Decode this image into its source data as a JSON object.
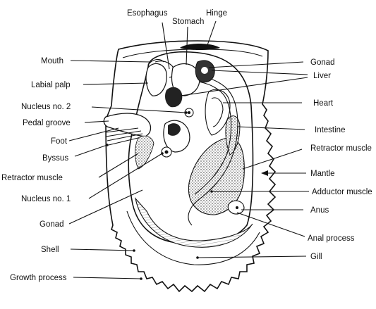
{
  "labels": {
    "esophagus": "Esophagus",
    "stomach": "Stomach",
    "hinge": "Hinge",
    "mouth": "Mouth",
    "labial_palp": "Labial palp",
    "nucleus2": "Nucleus no. 2",
    "pedal_groove": "Pedal groove",
    "foot": "Foot",
    "byssus": "Byssus",
    "retractor_left": "Retractor muscle",
    "nucleus1": "Nucleus no. 1",
    "gonad_left": "Gonad",
    "shell": "Shell",
    "growth_process": "Growth process",
    "gonad_right": "Gonad",
    "liver": "Liver",
    "heart": "Heart",
    "intestine": "Intestine",
    "retractor_right": "Retractor muscle",
    "mantle": "Mantle",
    "adductor": "Adductor muscle",
    "anus": "Anus",
    "anal_process": "Anal process",
    "gill": "Gill"
  }
}
